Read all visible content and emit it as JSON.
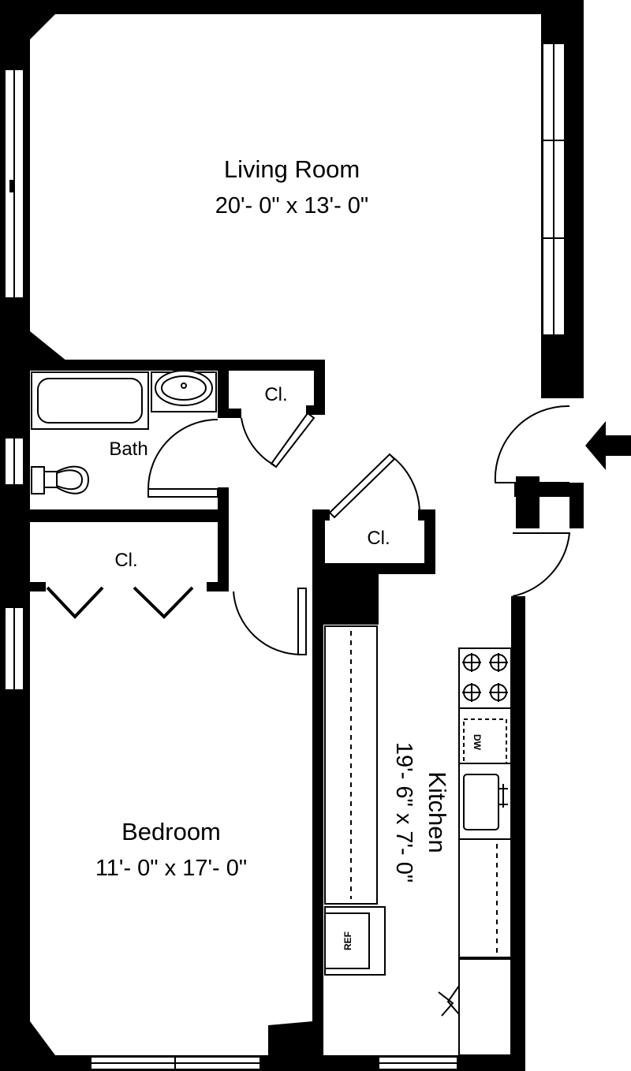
{
  "rooms": {
    "living": {
      "name": "Living Room",
      "dims": "20'- 0\" x 13'- 0\""
    },
    "bedroom": {
      "name": "Bedroom",
      "dims": "11'- 0\" x 17'- 0\""
    },
    "kitchen": {
      "name": "Kitchen",
      "dims": "19'- 6\" x 7'- 0\""
    },
    "bath": {
      "name": "Bath"
    }
  },
  "closets": {
    "bath_closet": "Cl.",
    "bedroom_closet": "Cl.",
    "hall_closet": "Cl."
  },
  "appliances": {
    "dishwasher": "DW",
    "refrigerator": "REF"
  },
  "colors": {
    "wall": "#000000",
    "background": "#ffffff"
  }
}
